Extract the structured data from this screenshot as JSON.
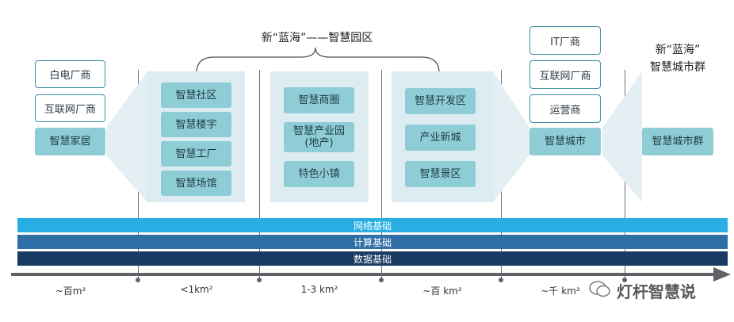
{
  "top_label": "新“蓝海”——智慧园区",
  "right_label": "新“蓝海”\n智慧城市群",
  "left_outline_boxes": [
    "白电厂商",
    "互联网厂商"
  ],
  "left_teal_box": "智慧家居",
  "panel1": [
    "智慧社区",
    "智慧楼宇",
    "智慧工厂",
    "智慧场馆"
  ],
  "panel2": [
    "智慧商圈",
    "智慧产业园\n(地产)",
    "特色小镇"
  ],
  "panel3": [
    "智慧开发区",
    "产业新城",
    "智慧景区"
  ],
  "right_outline_boxes": [
    "IT厂商",
    "互联网厂商",
    "运营商"
  ],
  "city_box": "智慧城市",
  "city_group_box": "智慧城市群",
  "bars": [
    {
      "label": "网络基础",
      "color": "#29aee3"
    },
    {
      "label": "计算基础",
      "color": "#2f6ea6"
    },
    {
      "label": "数据基础",
      "color": "#183a63"
    }
  ],
  "scales": [
    "~百m²",
    "<1km²",
    "1-3 km²",
    "~百 km²",
    "~千 km²"
  ],
  "watermark": "灯杆智慧说",
  "colors": {
    "panel": "#dcecf1",
    "teal_box": "#8fcdd6",
    "outline": "#3d8fa6",
    "axis": "#5e6166"
  }
}
